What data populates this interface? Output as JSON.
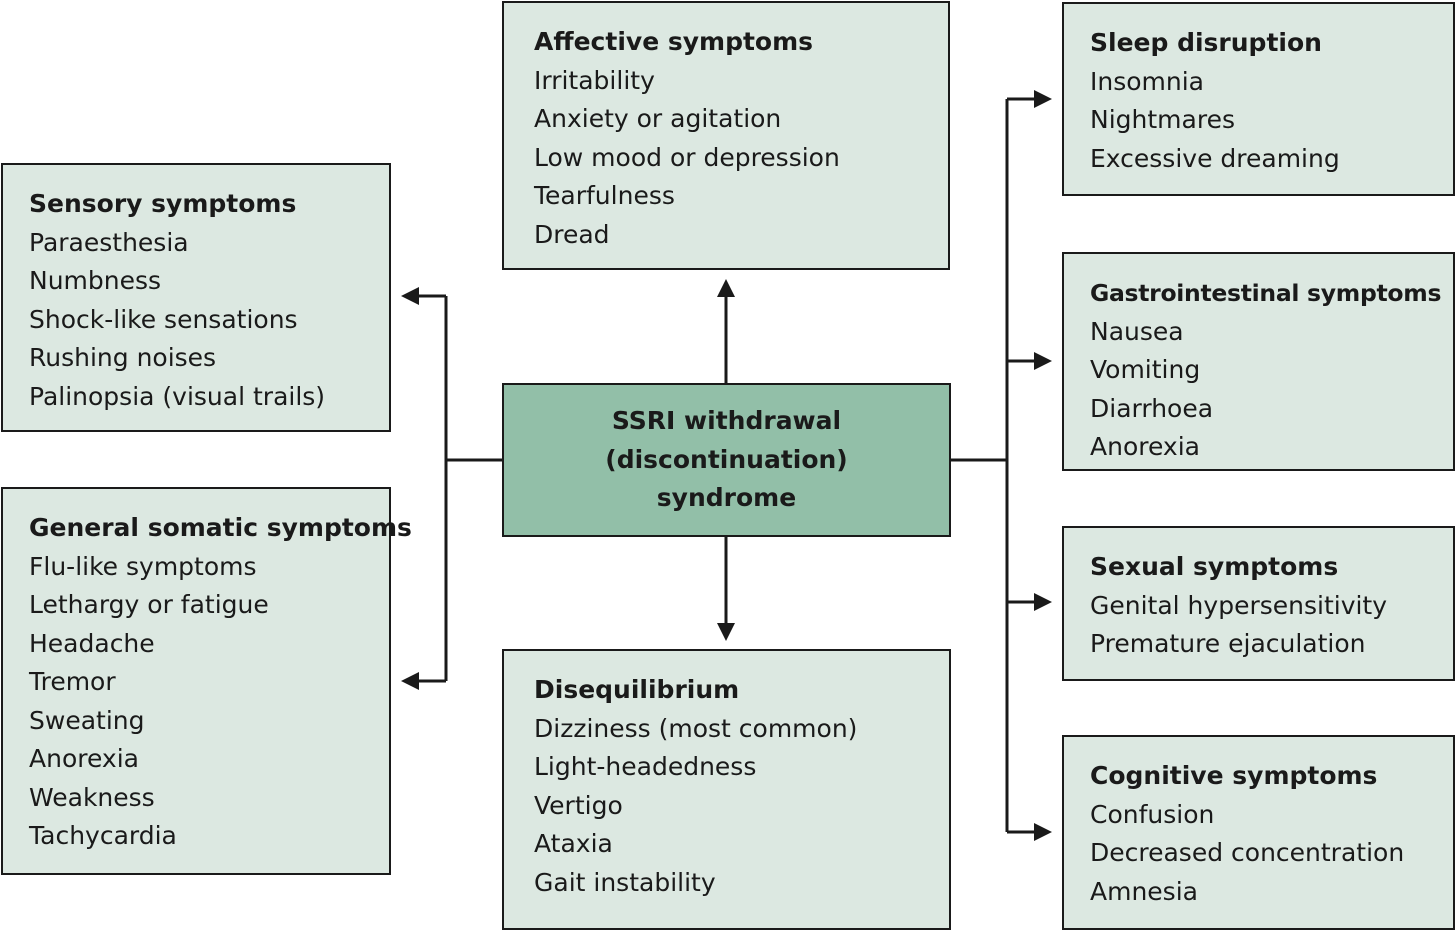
{
  "center": {
    "lines": [
      "SSRI withdrawal",
      "(discontinuation)",
      "syndrome"
    ]
  },
  "boxes": {
    "affective": {
      "title": "Affective symptoms",
      "items": [
        "Irritability",
        "Anxiety or agitation",
        "Low mood or depression",
        "Tearfulness",
        "Dread"
      ]
    },
    "sensory": {
      "title": "Sensory symptoms",
      "items": [
        "Paraesthesia",
        "Numbness",
        "Shock-like sensations",
        "Rushing noises",
        "Palinopsia (visual trails)"
      ]
    },
    "somatic": {
      "title": "General somatic symptoms",
      "items": [
        "Flu-like symptoms",
        "Lethargy or fatigue",
        "Headache",
        "Tremor",
        "Sweating",
        "Anorexia",
        "Weakness",
        "Tachycardia"
      ]
    },
    "disequilibrium": {
      "title": "Disequilibrium",
      "items": [
        "Dizziness (most common)",
        "Light-headedness",
        "Vertigo",
        "Ataxia",
        "Gait instability"
      ]
    },
    "sleep": {
      "title": "Sleep disruption",
      "items": [
        "Insomnia",
        "Nightmares",
        "Excessive dreaming"
      ]
    },
    "gastro": {
      "title": "Gastrointestinal symptoms",
      "items": [
        "Nausea",
        "Vomiting",
        "Diarrhoea",
        "Anorexia"
      ]
    },
    "sexual": {
      "title": "Sexual symptoms",
      "items": [
        "Genital hypersensitivity",
        "Premature ejaculation"
      ]
    },
    "cognitive": {
      "title": "Cognitive symptoms",
      "items": [
        "Confusion",
        "Decreased concentration",
        "Amnesia"
      ]
    }
  },
  "colors": {
    "box_fill": "#dce8e1",
    "center_fill": "#92bfa8",
    "stroke": "#1a1a1a"
  }
}
